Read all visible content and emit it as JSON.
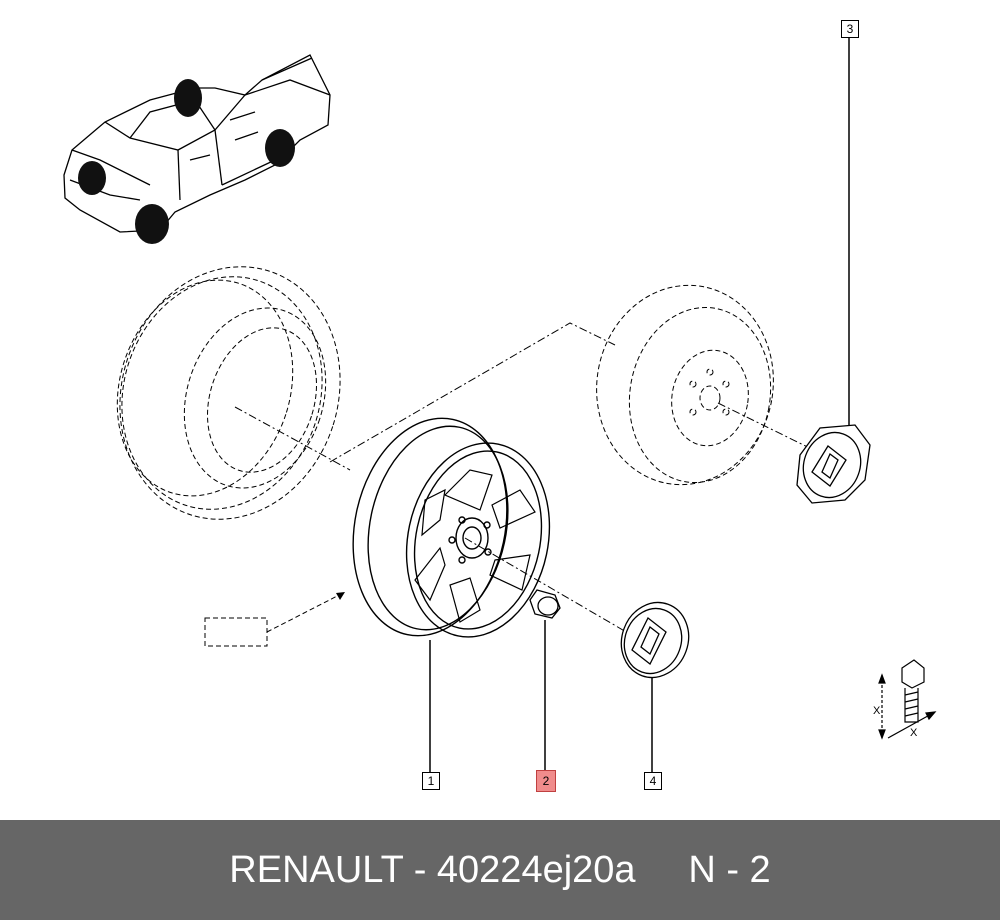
{
  "diagram": {
    "callouts": [
      {
        "label": "1",
        "part": "wheel-rim",
        "highlighted": false
      },
      {
        "label": "2",
        "part": "wheel-nut",
        "highlighted": true
      },
      {
        "label": "3",
        "part": "spare-wheel-hub-cap",
        "highlighted": false
      },
      {
        "label": "4",
        "part": "wheel-center-cap",
        "highlighted": false
      }
    ],
    "torque_symbol_label_1": "X",
    "torque_symbol_label_2": "X",
    "highlight_color": "#f08c8c"
  },
  "footer": {
    "text": "RENAULT - 40224ej20a     N - 2",
    "background": "#666666",
    "color": "#ffffff"
  }
}
